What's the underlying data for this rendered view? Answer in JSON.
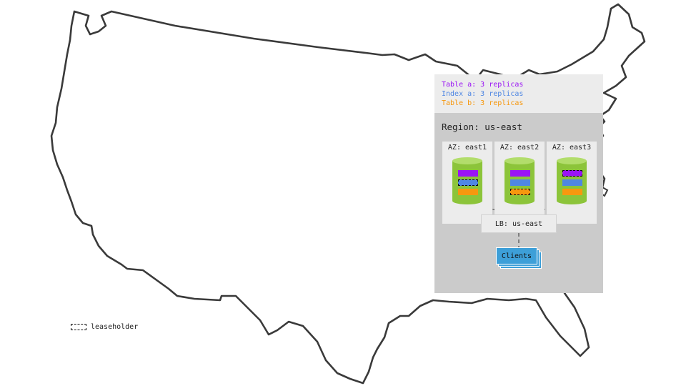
{
  "legend": {
    "table_a": "Table a: 3 replicas",
    "index_a": "Index a: 3 replicas",
    "table_b": "Table b: 3 replicas"
  },
  "region": {
    "title": "Region: us-east"
  },
  "zones": [
    {
      "label": "AZ: east1",
      "leaseholder": "index_a"
    },
    {
      "label": "AZ: east2",
      "leaseholder": "table_b"
    },
    {
      "label": "AZ: east3",
      "leaseholder": "table_a"
    }
  ],
  "load_balancer": {
    "label": "LB: us-east"
  },
  "clients": {
    "label": "Clients"
  },
  "key": {
    "label": "leaseholder"
  },
  "colors": {
    "table_a": "#9a14f5",
    "index_a": "#4f87e3",
    "table_b": "#f6980f",
    "cylinder_body": "#8cc43a",
    "cylinder_top": "#b2dd6b",
    "clients": "#3d9fd8",
    "map_outline": "#3a3a3a"
  }
}
